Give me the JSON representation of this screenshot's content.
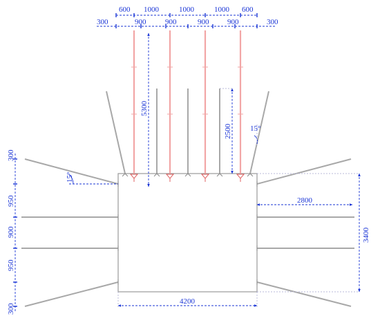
{
  "colors": {
    "dimension": "#1a35d6",
    "extension": "#b8b8d8",
    "rock_bolt": "#a8a8a8",
    "bolt_node": "#888888",
    "anchor_cable": "#f2a6a6",
    "anchor_node": "#e06060",
    "section_outline": "#9a9a9a",
    "background": "#ffffff"
  },
  "dimensions": {
    "top_row_1": [
      "600",
      "1000",
      "1000",
      "1000",
      "600"
    ],
    "top_row_2": [
      "300",
      "900",
      "900",
      "900",
      "900",
      "300"
    ],
    "anchor_length": "5300",
    "bolt_length": "2500",
    "roof_angle": "15°",
    "rib_angle": "15°",
    "left_spacing": [
      "300",
      "950",
      "900",
      "950",
      "300"
    ],
    "right_bolt_length": "2800",
    "height": "3400",
    "width": "4200"
  }
}
